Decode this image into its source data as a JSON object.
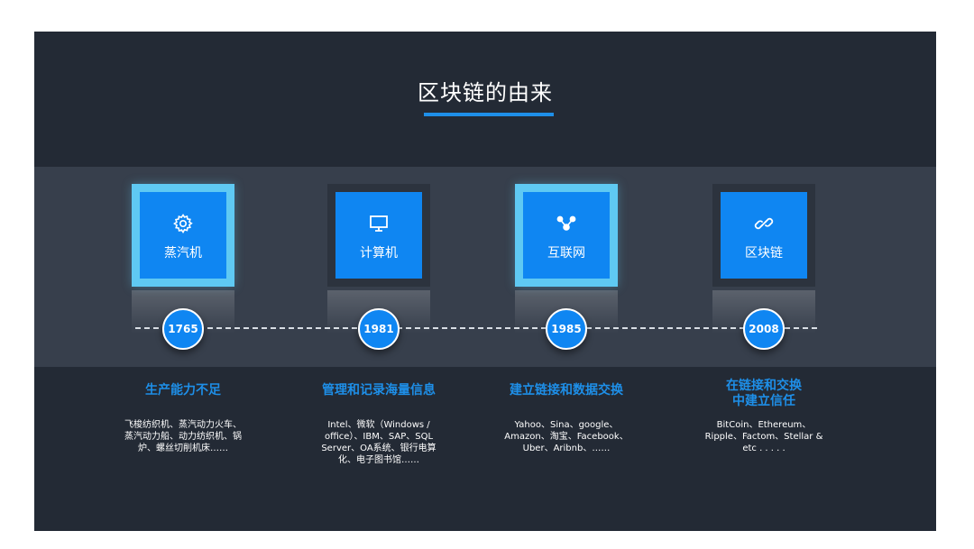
{
  "title": "区块链的由来",
  "colors": {
    "background": "#232a35",
    "band": "#373f4c",
    "accent_blue": "#0f86f2",
    "heading_blue": "#1e8fe8",
    "light_frame": "#5fc9f3"
  },
  "items": [
    {
      "label": "蒸汽机",
      "icon": "gear-icon",
      "year": "1765",
      "heading": "生产能力不足",
      "desc": "飞梭纺织机、蒸汽动力火车、蒸汽动力船、动力纺织机、锅炉、螺丝切削机床……"
    },
    {
      "label": "计算机",
      "icon": "monitor-icon",
      "year": "1981",
      "heading": "管理和记录海量信息",
      "desc": "Intel、微软（Windows / office）、IBM、SAP、SQL Server、OA系统、银行电算化、电子图书馆……"
    },
    {
      "label": "互联网",
      "icon": "network-icon",
      "year": "1985",
      "heading": "建立链接和数据交换",
      "desc": "Yahoo、Sina、google、Amazon、淘宝、Facebook、Uber、Aribnb、……"
    },
    {
      "label": "区块链",
      "icon": "chain-link-icon",
      "year": "2008",
      "heading": "在链接和交换\n中建立信任",
      "desc": "BitCoin、Ethereum、Ripple、Factom、Stellar & etc . . . . ."
    }
  ]
}
